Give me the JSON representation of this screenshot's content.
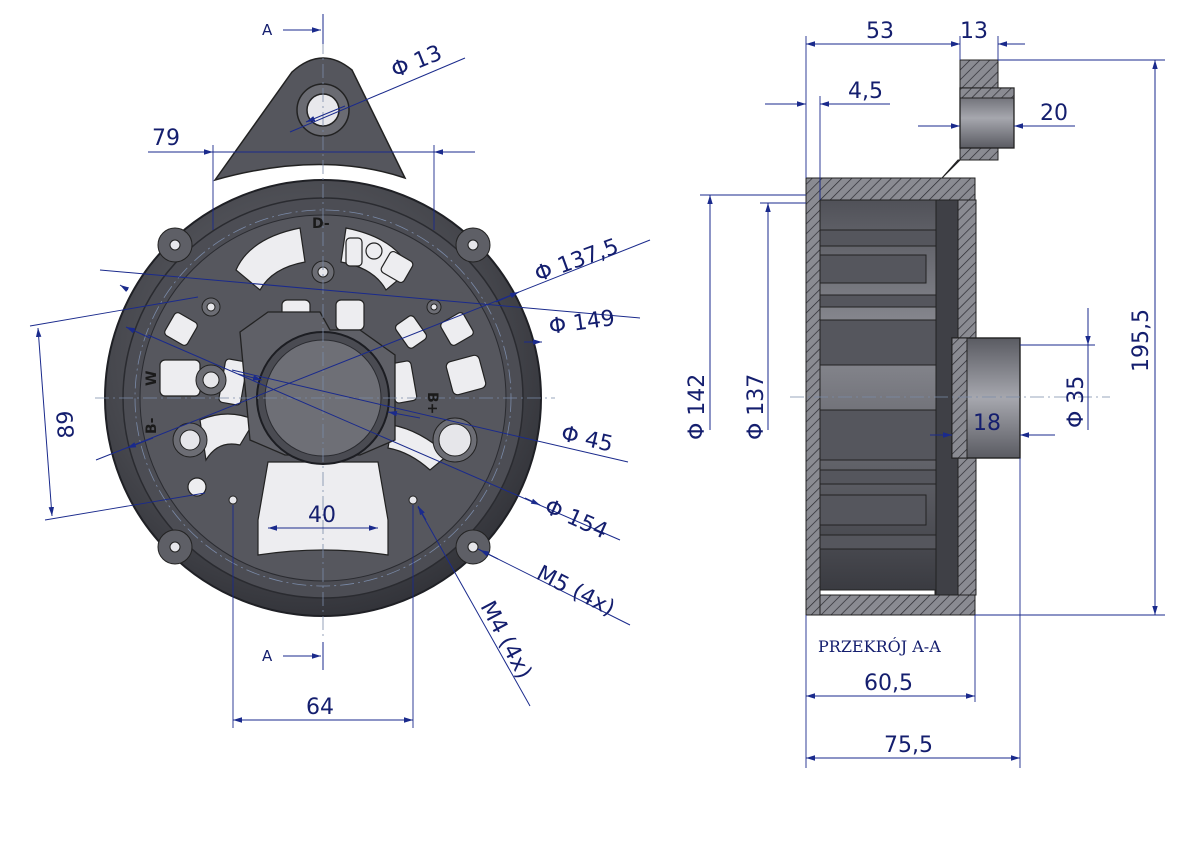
{
  "front_view": {
    "section_mark_top": "A",
    "section_mark_bottom": "A",
    "dims": {
      "d13": "Φ 13",
      "d79": "79",
      "d89": "89",
      "d137_5": "Φ 137,5",
      "d149": "Φ 149",
      "d45": "Φ 45",
      "d154": "Φ 154",
      "d40": "40",
      "d64": "64",
      "m5": "M5  (4x)",
      "m4": "M4 (4x)"
    },
    "terminals": {
      "d_minus": "D-",
      "w": "W",
      "b_minus": "B-",
      "b_plus": "B+"
    }
  },
  "section_view": {
    "caption": "PRZEKRÓJ A-A",
    "dims": {
      "d53": "53",
      "d13": "13",
      "d4_5": "4,5",
      "d20": "20",
      "d142": "Φ 142",
      "d137": "Φ 137",
      "d195_5": "195,5",
      "d35": "Φ 35",
      "d18": "18",
      "d60_5": "60,5",
      "d75_5": "75,5"
    }
  },
  "colors": {
    "dimension_line": "#1a2a8c",
    "dimension_text": "#141e6e",
    "part_metal": "#4a4b52",
    "part_dark": "#2c2d33"
  }
}
